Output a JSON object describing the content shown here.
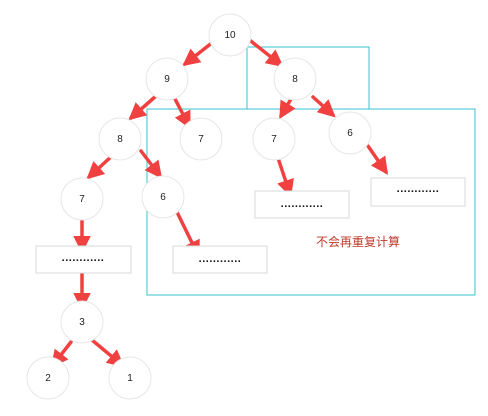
{
  "diagram": {
    "nodes": [
      {
        "id": "n10",
        "label": "10"
      },
      {
        "id": "n9",
        "label": "9"
      },
      {
        "id": "n8r",
        "label": "8"
      },
      {
        "id": "n8l",
        "label": "8"
      },
      {
        "id": "n7a",
        "label": "7"
      },
      {
        "id": "n7b",
        "label": "7"
      },
      {
        "id": "n6a",
        "label": "6"
      },
      {
        "id": "n7c",
        "label": "7"
      },
      {
        "id": "n6b",
        "label": "6"
      },
      {
        "id": "n3",
        "label": "3"
      },
      {
        "id": "n2",
        "label": "2"
      },
      {
        "id": "n1",
        "label": "1"
      }
    ],
    "ellipsis_boxes": [
      {
        "id": "e1",
        "label": "............"
      },
      {
        "id": "e2",
        "label": "............"
      },
      {
        "id": "e3",
        "label": "............"
      },
      {
        "id": "e4",
        "label": "............"
      }
    ],
    "note": "不会再重复计算",
    "colors": {
      "arrow": "#f04040",
      "highlight_box": "#39c0d0",
      "note_text": "#c0392b"
    }
  }
}
